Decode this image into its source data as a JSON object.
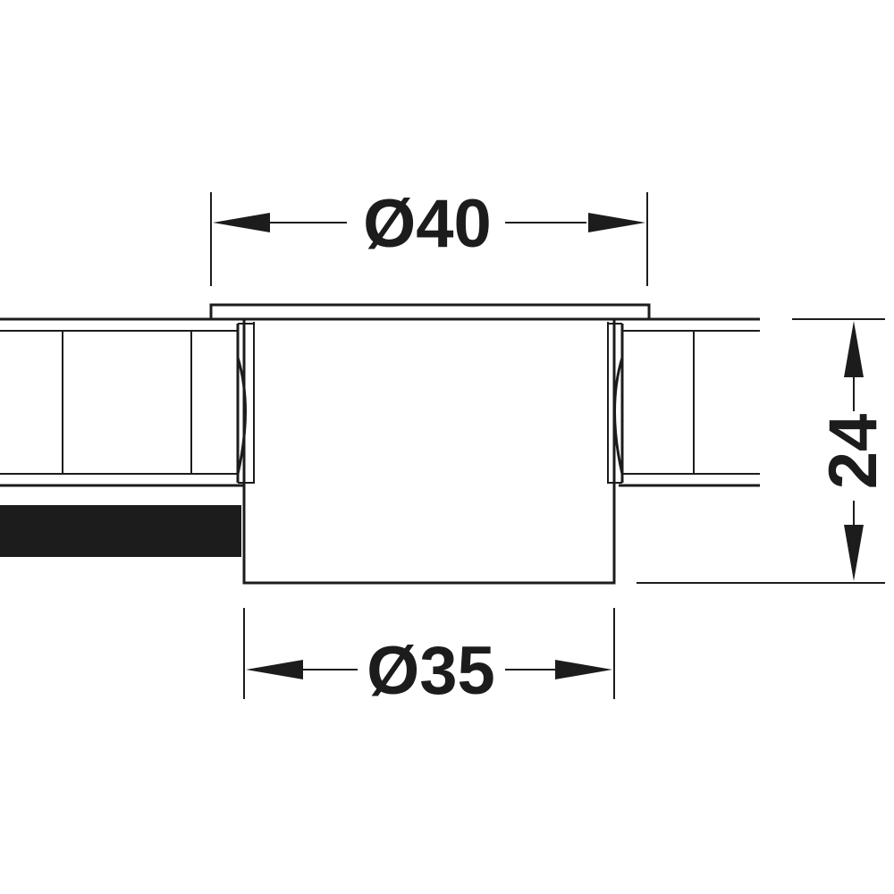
{
  "dimensions": {
    "top_diameter": "Ø40",
    "bottom_diameter": "Ø35",
    "height": "24"
  },
  "colors": {
    "line": "#1c1c1c",
    "cable": "#1c1c1c",
    "background": "#ffffff"
  }
}
